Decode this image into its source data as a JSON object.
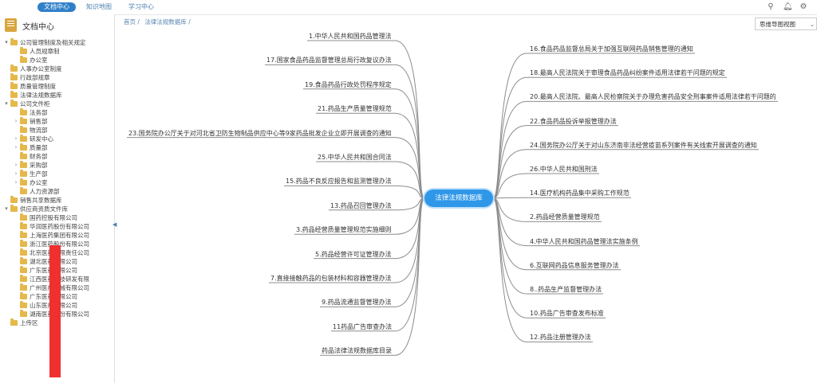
{
  "topbar": {
    "tabs": [
      {
        "label": "文档中心",
        "active": true
      },
      {
        "label": "知识地图",
        "active": false
      },
      {
        "label": "学习中心",
        "active": false
      }
    ],
    "icons": [
      "user-search-icon",
      "bell-icon",
      "settings-icon"
    ]
  },
  "sidebar": {
    "title": "文档中心",
    "items": [
      {
        "toggle": "▾",
        "label": "公司管理制度及相关规定",
        "level": 0
      },
      {
        "toggle": "",
        "label": "人员规章制",
        "level": 1
      },
      {
        "toggle": "",
        "label": "办公室",
        "level": 1
      },
      {
        "toggle": "",
        "label": "人事办公室制度",
        "level": 0
      },
      {
        "toggle": "",
        "label": "行政部规章",
        "level": 0
      },
      {
        "toggle": "",
        "label": "质量管理制度",
        "level": 0
      },
      {
        "toggle": "",
        "label": "法律法规数据库",
        "level": 0
      },
      {
        "toggle": "▾",
        "label": "公司文件柜",
        "level": 0
      },
      {
        "toggle": "",
        "label": "法务部",
        "level": 1
      },
      {
        "toggle": "›",
        "label": "销售部",
        "level": 1
      },
      {
        "toggle": "",
        "label": "物流部",
        "level": 1
      },
      {
        "toggle": "›",
        "label": "研发中心",
        "level": 1
      },
      {
        "toggle": "›",
        "label": "质量部",
        "level": 1
      },
      {
        "toggle": "",
        "label": "财务部",
        "level": 1
      },
      {
        "toggle": "›",
        "label": "采购部",
        "level": 1
      },
      {
        "toggle": "›",
        "label": "生产部",
        "level": 1
      },
      {
        "toggle": "›",
        "label": "办公室",
        "level": 1
      },
      {
        "toggle": "",
        "label": "人力资源部",
        "level": 1
      },
      {
        "toggle": "",
        "label": "销售共享数据库",
        "level": 0
      },
      {
        "toggle": "▾",
        "label": "供应商资质文件库",
        "level": 0
      },
      {
        "toggle": "",
        "label": "国药控股有限公司",
        "level": 1
      },
      {
        "toggle": "",
        "label": "华润医药股份有限公司",
        "level": 1
      },
      {
        "toggle": "",
        "label": "上海医药集团有限公司",
        "level": 1
      },
      {
        "toggle": "",
        "label": "浙江医药股份有限公司",
        "level": 1
      },
      {
        "toggle": "",
        "label": "北京医药有限责任公司",
        "level": 1
      },
      {
        "toggle": "",
        "label": "湖北医药有限公司",
        "level": 1
      },
      {
        "toggle": "",
        "label": "广东医药有限公司",
        "level": 1
      },
      {
        "toggle": "",
        "label": "江西医药科技研发有限",
        "level": 1
      },
      {
        "toggle": "",
        "label": "广州医疗器械有限公司",
        "level": 1
      },
      {
        "toggle": "",
        "label": "广东医药有限公司",
        "level": 1
      },
      {
        "toggle": "",
        "label": "山东医疗有限公司",
        "level": 1
      },
      {
        "toggle": "",
        "label": "湖南医药股份有限公司",
        "level": 1
      },
      {
        "toggle": "",
        "label": "上传区",
        "level": 0
      }
    ]
  },
  "breadcrumb": [
    "首页 /",
    "法律法规数据库 /"
  ],
  "view_select": {
    "value": "思维导图视图"
  },
  "mindmap": {
    "center": "法律法规数据库",
    "left": [
      "1.中华人民共和国药品管理法",
      "17.国家食品药品监督管理总局行政复议办法",
      "19.食品药品行政处罚程序规定",
      "21.药品生产质量管理规范",
      "23.国务院办公厅关于对河北省卫防生物制品供应中心等9家药品批发企业立即开展调查的通知",
      "25.中华人民共和国合同法",
      "15.药品不良反应报告和监测管理办法",
      "13.药品召回管理办法",
      "3.药品经营质量管理规范实施细则",
      "5.药品经营许可证管理办法",
      "7.直接接触药品的包装材料和容器管理办法",
      "9.药品流通监督管理办法",
      "11药品广告审查办法",
      "药品法律法规数据库目录"
    ],
    "right": [
      "16.食品药品监督总局关于加强互联网药品销售管理的通知",
      "18.最高人民法院关于审理食品药品纠纷案件适用法律若干问题的规定",
      "20.最高人民法院、最高人民检察院关于办理危害药品安全刑事案件适用法律若干问题的",
      "22.食品药品投诉举报管理办法",
      "24.国务院办公厅关于对山东济南非法经营疫苗系列案件有关线索开展调查的通知",
      "26.中华人民共和国刑法",
      "14.医疗机构药品集中采购工作规范",
      "2.药品经营质量管理规范",
      "4.中华人民共和国药品管理法实施条例",
      "6.互联网药品信息服务管理办法",
      "8..药品生产监督管理办法",
      "10.药品广告审查发布标准",
      "12.药品注册管理办法"
    ]
  },
  "colors": {
    "accent": "#2f97e8",
    "line": "#8c8c8c",
    "folder": "#e4b84a",
    "redaction": "#f03030"
  }
}
